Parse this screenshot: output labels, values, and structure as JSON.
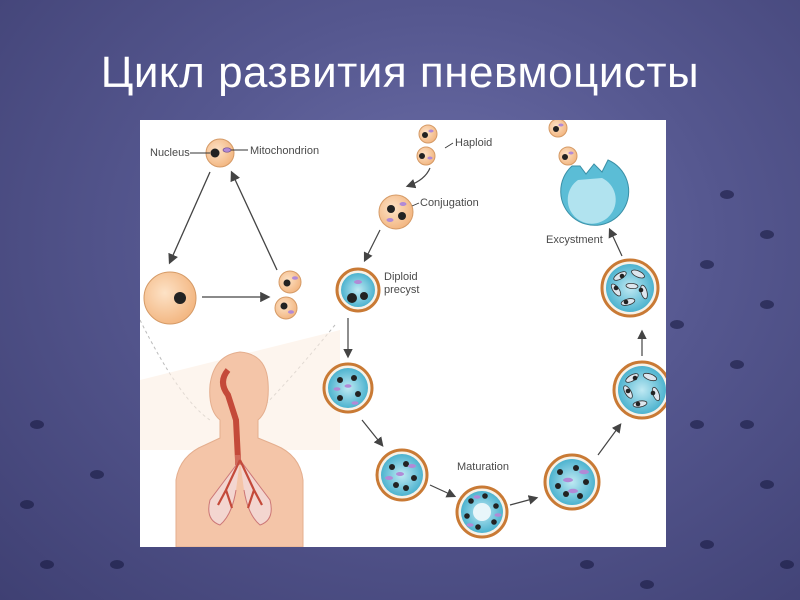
{
  "slide": {
    "title": "Цикл развития пневмоцисты",
    "background_color": "#55578f",
    "title_color": "#ffffff"
  },
  "diagram": {
    "labels": {
      "nucleus": "Nucleus",
      "mitochondrion": "Mitochondrion",
      "haploid": "Haploid",
      "conjugation": "Conjugation",
      "diploid_line1": "Diploid",
      "diploid_line2": "precyst",
      "maturation": "Maturation",
      "excystment": "Excystment"
    },
    "colors": {
      "trophozoite": "#f8c89a",
      "cyst_wall": "#c97a35",
      "cyst_inside": "#6fc6dc",
      "nucleus": "#222222",
      "mitochondrion": "#b18ad6",
      "arrow": "#444444",
      "body_skin": "#f4c5a8",
      "airway": "#c44a3a"
    }
  }
}
